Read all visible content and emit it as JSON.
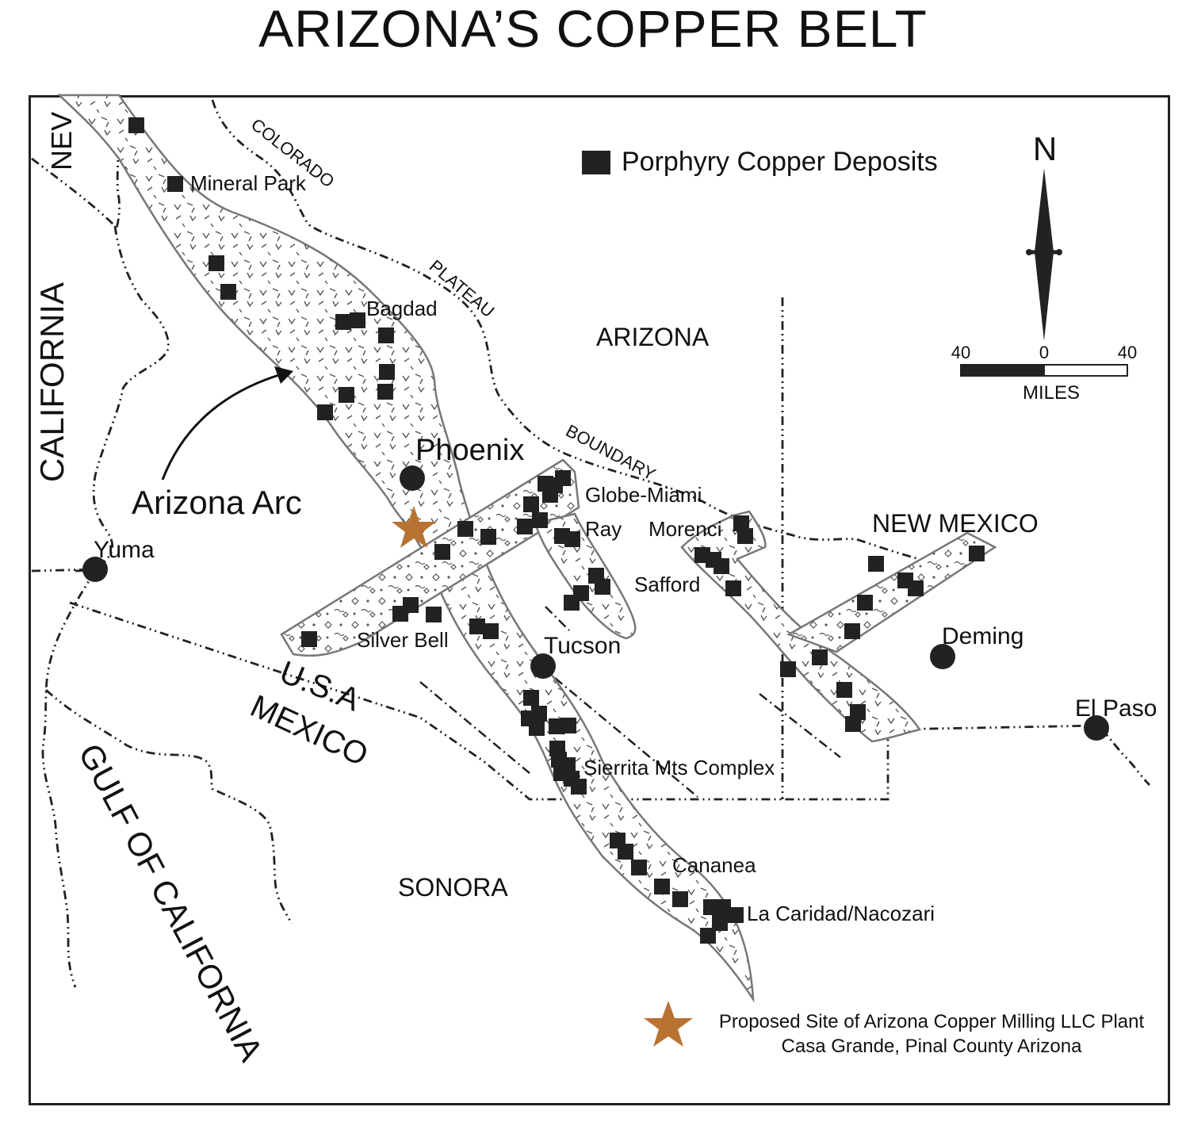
{
  "title": "ARIZONA’S COPPER BELT",
  "legend": {
    "deposits_label": "Porphyry Copper Deposits"
  },
  "north_arrow": {
    "letter": "N"
  },
  "scale_bar": {
    "left": "40",
    "center": "0",
    "right": "40",
    "unit": "MILES"
  },
  "boundary_labels": {
    "colorado": "COLORADO",
    "plateau": "PLATEAU",
    "boundary": "BOUNDARY",
    "usa": "U.S.A",
    "mexico": "MEXICO"
  },
  "regions": {
    "nev": "NEV",
    "california": "CALIFORNIA",
    "arizona": "ARIZONA",
    "new_mexico": "NEW MEXICO",
    "sonora": "SONORA",
    "gulf": "GULF OF CALIFORNIA"
  },
  "arc_label": "Arizona Arc",
  "cities": {
    "phoenix": "Phoenix",
    "tucson": "Tucson",
    "yuma": "Yuma",
    "deming": "Deming",
    "el_paso": "El Paso"
  },
  "deposits": {
    "mineral_park": "Mineral Park",
    "bagdad": "Bagdad",
    "globe_miami": "Globe-Miami",
    "ray": "Ray",
    "morenci": "Morenci",
    "safford": "Safford",
    "silver_bell": "Silver Bell",
    "sierrita": "Sierrita Mts Complex",
    "cananea": "Cananea",
    "la_caridad": "La Caridad/Nacozari"
  },
  "proposed_site": {
    "line1": "Proposed Site of Arizona Copper Milling LLC Plant",
    "line2": "Casa Grande, Pinal County Arizona",
    "color": "#b87333"
  }
}
